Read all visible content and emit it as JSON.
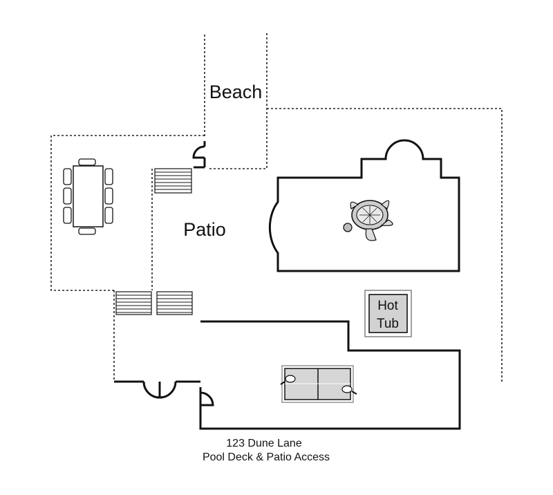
{
  "labels": {
    "beach": "Beach",
    "patio": "Patio",
    "hot_tub_line1": "Hot",
    "hot_tub_line2": "Tub",
    "address_line1": "123 Dune Lane",
    "address_line2": "Pool Deck & Patio Access"
  },
  "icons": {
    "dining": "dining-table-with-chairs",
    "turtle": "sea-turtle",
    "game_table": "ping-pong-table",
    "stairs": "stair-steps",
    "door": "door-swing"
  }
}
